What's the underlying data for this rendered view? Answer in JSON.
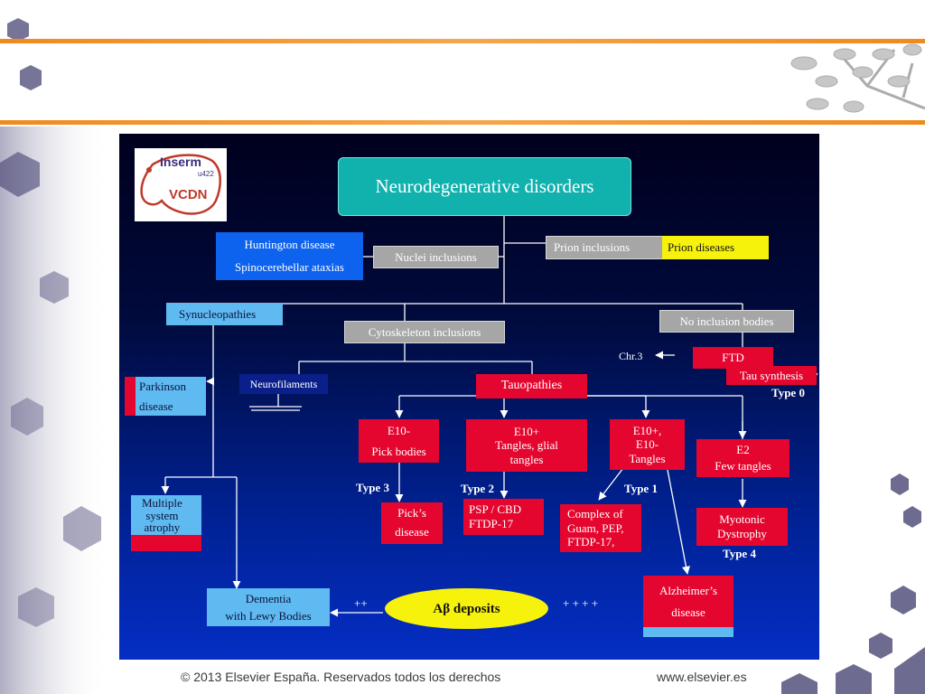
{
  "logo": {
    "line1": "Inserm",
    "line2": "u422",
    "line3": "VCDN"
  },
  "title": "Neurodegenerative disorders",
  "nodes": {
    "huntington": "Huntington disease\nSpinocerebellar ataxias",
    "nuclei": "Nuclei inclusions",
    "prion_inclusions": "Prion inclusions",
    "prion_diseases": "Prion diseases",
    "synucleopathies": "Synucleopathies",
    "cytoskeleton": "Cytoskeleton inclusions",
    "no_inclusion": "No inclusion bodies",
    "chr3": "Chr.3",
    "ftd": "FTD",
    "tau_synthesis": "Tau synthesis",
    "type0": "Type 0",
    "parkinson": "Parkinson\ndisease",
    "neurofilaments": "Neurofilaments",
    "tauopathies": "Tauopathies",
    "e10_minus": "E10-\nPick bodies",
    "e10_plus": "E10+\nTangles, glial\ntangles",
    "e10_pm": "E10+,\nE10-\nTangles",
    "e2": "E2\nFew tangles",
    "type3": "Type 3",
    "type2": "Type 2",
    "type1": "Type 1",
    "type4": "Type 4",
    "msa": "Multiple\nsystem\natrophy",
    "picks": "Pick’s\ndisease",
    "psp": "PSP / CBD\nFTDP-17",
    "complex": "Complex of\nGuam, PEP,\nFTDP-17,",
    "myotonic": "Myotonic\nDystrophy",
    "dementia": "Dementia\nwith Lewy Bodies",
    "abeta": "Aβ deposits",
    "plus2": "++",
    "plus4": "+ + + +",
    "alzheimer": "Alzheimer’s\ndisease"
  },
  "footer": {
    "copyright": "© 2013 Elsevier España. Reservados todos los derechos",
    "url": "www.elsevier.es"
  },
  "colors": {
    "title_box": "#11b1ae",
    "red_box": "#e5062f",
    "blue_box": "#0d62ee",
    "light_blue_box": "#5ebaf1",
    "gray_box": "#a6a6a6",
    "yellow_box": "#f7f20b",
    "accent_line": "#f29a2e"
  }
}
